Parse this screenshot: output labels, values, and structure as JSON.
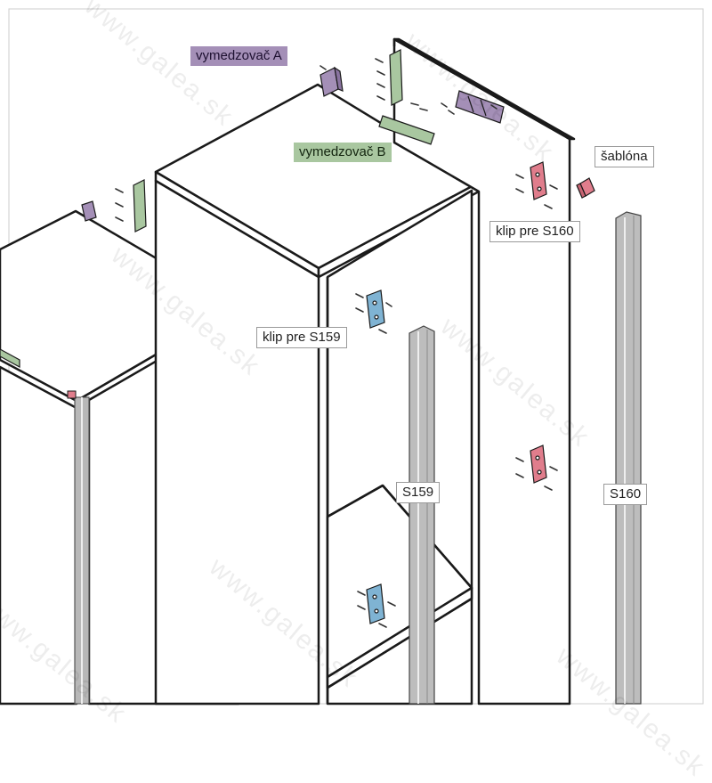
{
  "labels": {
    "spacer_a": "vymedzovač A",
    "spacer_b": "vymedzovač B",
    "template": "šablóna",
    "clip_s160": "klip pre S160",
    "clip_s159": "klip pre S159",
    "profile_s159": "S159",
    "profile_s160": "S160"
  },
  "watermark": "www.galea.sk",
  "colors": {
    "line": "#1a1a1a",
    "panel": "#ffffff",
    "profile": "#b8b8b8",
    "spacer_a": "#a48fb7",
    "spacer_b": "#a9c7a0",
    "clip_s159": "#7fb3d3",
    "clip_s160": "#e07d8c",
    "template": "#e07d8c"
  }
}
